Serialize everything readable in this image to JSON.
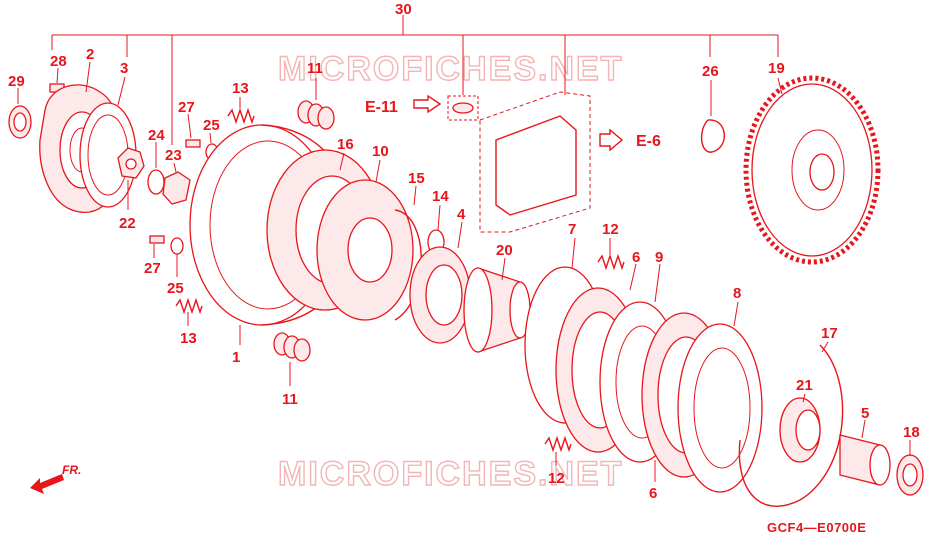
{
  "diagram": {
    "assembly_callout": "30",
    "callouts": [
      {
        "id": "c1",
        "label": "1"
      },
      {
        "id": "c2",
        "label": "2"
      },
      {
        "id": "c3",
        "label": "3"
      },
      {
        "id": "c4",
        "label": "4"
      },
      {
        "id": "c5",
        "label": "5"
      },
      {
        "id": "c6a",
        "label": "6"
      },
      {
        "id": "c6b",
        "label": "6"
      },
      {
        "id": "c7",
        "label": "7"
      },
      {
        "id": "c8",
        "label": "8"
      },
      {
        "id": "c9",
        "label": "9"
      },
      {
        "id": "c10",
        "label": "10"
      },
      {
        "id": "c11a",
        "label": "11"
      },
      {
        "id": "c11b",
        "label": "11"
      },
      {
        "id": "c12a",
        "label": "12"
      },
      {
        "id": "c12b",
        "label": "12"
      },
      {
        "id": "c13a",
        "label": "13"
      },
      {
        "id": "c13b",
        "label": "13"
      },
      {
        "id": "c14",
        "label": "14"
      },
      {
        "id": "c15",
        "label": "15"
      },
      {
        "id": "c16",
        "label": "16"
      },
      {
        "id": "c17",
        "label": "17"
      },
      {
        "id": "c18",
        "label": "18"
      },
      {
        "id": "c19",
        "label": "19"
      },
      {
        "id": "c20",
        "label": "20"
      },
      {
        "id": "c21",
        "label": "21"
      },
      {
        "id": "c22",
        "label": "22"
      },
      {
        "id": "c23",
        "label": "23"
      },
      {
        "id": "c24",
        "label": "24"
      },
      {
        "id": "c25a",
        "label": "25"
      },
      {
        "id": "c25b",
        "label": "25"
      },
      {
        "id": "c26",
        "label": "26"
      },
      {
        "id": "c27a",
        "label": "27"
      },
      {
        "id": "c27b",
        "label": "27"
      },
      {
        "id": "c28",
        "label": "28"
      },
      {
        "id": "c29",
        "label": "29"
      }
    ],
    "references": {
      "e11": "E-11",
      "e6": "E-6"
    },
    "direction_label": "FR.",
    "diagram_code": "GCF4—E0700E",
    "watermark": "MICROFICHES.NET",
    "colors": {
      "ink": "#e8151b",
      "watermark": "#f3b5b5",
      "background": "#ffffff"
    }
  }
}
